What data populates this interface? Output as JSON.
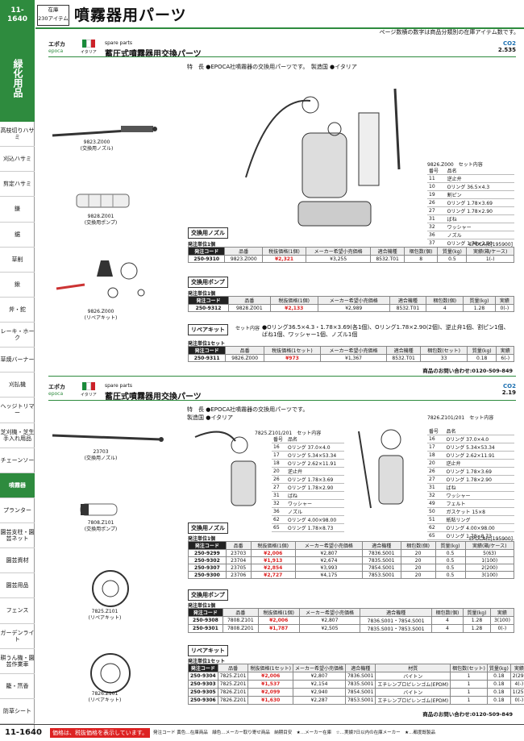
{
  "header": {
    "page_code": "11-\n1640",
    "stock_l1": "在庫",
    "stock_l2": "230アイテム",
    "title": "噴霧器用パーツ",
    "note": "ページ数横の数字は商品分類別の在庫アイテム数です。"
  },
  "sidebar": {
    "category": "緑化用品",
    "items": [
      "高枝切りハサミ",
      "刈込ハサミ",
      "剪定ハサミ",
      "鎌",
      "鋸",
      "草削",
      "鍬",
      "斧・鉈",
      "レーキ・ホーク",
      "草焼バーナー",
      "刈払機",
      "ヘッジトリマー",
      "芝刈機・芝生手入れ用品",
      "チェーンソー",
      "噴霧器",
      "プランター",
      "園芸支柱・園芸ネット",
      "園芸資材",
      "園芸用品",
      "フェンス",
      "ガーデンライト",
      "耕うん機・園芸作業車",
      "籠・笊香",
      "防草シート"
    ],
    "active_index": 14
  },
  "sec1": {
    "brand": "エポカ",
    "brand_sub": "epoca",
    "country": "イタリア",
    "category": "spare parts",
    "title": "蓄圧式噴霧器用交換パーツ",
    "code1": "CO2",
    "code2": "2.535",
    "feature": "特　長 ●EPOCA社噴霧器の交換用パーツです。　製造国 ●イタリア",
    "products": [
      {
        "code": "9823.Z000",
        "name": "(交換用ノズル)"
      },
      {
        "code": "9828.Z001",
        "name": "(交換用ポンプ)"
      },
      {
        "code": "9826.Z000",
        "name": "(リペアキット)"
      }
    ],
    "kit_title": "9826.Z000　セット内容",
    "kit_head": [
      "番号",
      "品名"
    ],
    "kit": [
      [
        "11",
        "逆止弁"
      ],
      [
        "10",
        "Oリング 36.5×4.3"
      ],
      [
        "19",
        "割ピン"
      ],
      [
        "26",
        "Oリング 1.78×3.69"
      ],
      [
        "27",
        "Oリング 1.78×2.90"
      ],
      [
        "31",
        "ばね"
      ],
      [
        "32",
        "ワッシャー"
      ],
      [
        "36",
        "ノズル"
      ],
      [
        "37",
        "Oリング 1.78×2.90"
      ]
    ],
    "t1": {
      "label": "交換用ノズル",
      "unit": "発注単位1個",
      "maker": "EPOCA社[195900]",
      "head": [
        "発注コード",
        "品番",
        "税抜価格(1個)",
        "メーカー希望小売価格",
        "適合機種",
        "梱包数(個)",
        "質量(kg)",
        "実績(箱/ケース)"
      ],
      "row": [
        "250-9310",
        "9823.Z000",
        "¥2,321",
        "¥3,255",
        "8532.T01",
        "8",
        "0.5",
        "1(-)"
      ]
    },
    "t2": {
      "label": "交換用ポンプ",
      "unit": "発注単位1個",
      "head": [
        "発注コード",
        "品番",
        "税抜価格(1個)",
        "メーカー希望小売価格",
        "適合機種",
        "梱包数(個)",
        "質量(kg)",
        "実績"
      ],
      "row": [
        "250-9312",
        "9828.Z001",
        "¥2,133",
        "¥2,989",
        "8532.T01",
        "4",
        "1.28",
        "0(-)"
      ]
    },
    "t3": {
      "label": "リペアキット",
      "setnote": "セット内容",
      "content": "●Oリング36.5×4.3・1.78×3.69(各1個)、Oリング1.78×2.90(2個)、逆止弁1個、割ピン1個、ばね1個、ワッシャー1個、ノズル1個",
      "unit": "発注単位1セット",
      "head": [
        "発注コード",
        "品番",
        "税抜価格(1セット)",
        "メーカー希望小売価格",
        "適合機種",
        "梱包数(セット)",
        "質量(kg)",
        "実績"
      ],
      "row": [
        "250-9311",
        "9826.Z000",
        "¥973",
        "¥1,367",
        "8532.T01",
        "33",
        "0.18",
        "6(-)"
      ]
    },
    "contact": "商品のお問い合わせ:0120-509-849"
  },
  "sec2": {
    "brand": "エポカ",
    "brand_sub": "epoca",
    "country": "イタリア",
    "category": "spare parts",
    "title": "蓄圧式噴霧器用交換パーツ",
    "code1": "CO2",
    "code2": "2.19",
    "feature": "特　長 ●EPOCA社噴霧器の交換用パーツです。",
    "origin": "製造国 ●イタリア",
    "products": [
      {
        "code": "23703",
        "name": "(交換用ノズル)"
      },
      {
        "code": "7808.Z101",
        "name": "(交換用ポンプ)"
      },
      {
        "code": "7825.Z101",
        "name": "(リペアキット)"
      },
      {
        "code": "7826.Z101",
        "name": "(リペアキット)"
      }
    ],
    "kitA_title": "7825.Z101/201　セット内容",
    "kitA": [
      [
        "16",
        "Oリング 37.0×4.0"
      ],
      [
        "17",
        "Oリング 5.34×53.34"
      ],
      [
        "18",
        "Oリング 2.62×11.91"
      ],
      [
        "20",
        "逆止弁"
      ],
      [
        "26",
        "Oリング 1.78×3.69"
      ],
      [
        "27",
        "Oリング 1.78×2.90"
      ],
      [
        "31",
        "ばね"
      ],
      [
        "32",
        "ワッシャー"
      ],
      [
        "36",
        "ノズル"
      ],
      [
        "62",
        "Oリング 4.00×98.00"
      ],
      [
        "65",
        "Oリング 1.78×8.73"
      ]
    ],
    "kitB_title": "7826.Z101/201　セット内容",
    "kitB": [
      [
        "16",
        "Oリング 37.0×4.0"
      ],
      [
        "17",
        "Oリング 5.34×53.34"
      ],
      [
        "18",
        "Oリング 2.62×11.91"
      ],
      [
        "20",
        "逆止弁"
      ],
      [
        "26",
        "Oリング 1.78×3.69"
      ],
      [
        "27",
        "Oリング 1.78×2.90"
      ],
      [
        "31",
        "ばね"
      ],
      [
        "32",
        "ワッシャー"
      ],
      [
        "49",
        "フェルト"
      ],
      [
        "50",
        "ガスケット 15×8"
      ],
      [
        "51",
        "紙粘リング"
      ],
      [
        "62",
        "Oリング 4.00×98.00"
      ],
      [
        "65",
        "Oリング 1.78×8.73"
      ]
    ],
    "t1": {
      "label": "交換用ノズル",
      "unit": "発注単位1個",
      "maker": "EPOCA社[195900]",
      "rows": [
        [
          "250-9299",
          "23703",
          "¥2,006",
          "¥2,807",
          "7836.S001",
          "20",
          "0.5",
          "5(63)"
        ],
        [
          "250-9302",
          "23704",
          "¥1,913",
          "¥2,674",
          "7835.S001",
          "20",
          "0.5",
          "1(100)"
        ],
        [
          "250-9307",
          "23705",
          "¥2,854",
          "¥3,993",
          "7854.S001",
          "20",
          "0.5",
          "2(200)"
        ],
        [
          "250-9300",
          "23706",
          "¥2,727",
          "¥4,175",
          "7853.S001",
          "20",
          "0.5",
          "3(100)"
        ]
      ]
    },
    "t2": {
      "label": "交換用ポンプ",
      "unit": "発注単位1個",
      "rows": [
        [
          "250-9308",
          "7808.Z101",
          "¥2,006",
          "¥2,807",
          "7836.S001・7854.S001",
          "4",
          "1.28",
          "3(100)"
        ],
        [
          "250-9301",
          "7808.Z201",
          "¥1,787",
          "¥2,505",
          "7835.S001・7853.S001",
          "4",
          "1.28",
          "0(-)"
        ]
      ]
    },
    "t3": {
      "label": "リペアキット",
      "unit": "発注単位1セット",
      "head": [
        "発注コード",
        "品番",
        "税抜価格(1セット)",
        "メーカー希望小売価格",
        "適合機種",
        "材質",
        "梱包数(セット)",
        "質量(kg)",
        "実績"
      ],
      "rows": [
        [
          "250-9304",
          "7825.Z101",
          "¥2,006",
          "¥2,807",
          "7836.S001",
          "バイトン",
          "1",
          "0.18",
          "2(29)"
        ],
        [
          "250-9303",
          "7825.Z201",
          "¥1,537",
          "¥2,154",
          "7835.S001",
          "エチレンプロピレンゴム(EPDM)",
          "1",
          "0.18",
          "4(-)"
        ],
        [
          "250-9305",
          "7826.Z101",
          "¥2,099",
          "¥2,940",
          "7854.S001",
          "バイトン",
          "1",
          "0.18",
          "1(25)"
        ],
        [
          "250-9306",
          "7826.Z201",
          "¥1,630",
          "¥2,287",
          "7853.S001",
          "エチレンプロピレンゴム(EPDM)",
          "1",
          "0.18",
          "0(-)"
        ]
      ]
    },
    "contact": "商品のお問い合わせ:0120-509-849"
  },
  "footer": {
    "page": "11-1640",
    "note": "価格は、税抜価格を表示しています。",
    "legend": "発注コード 黄色…在庫商品　緑色…メーカー取り寄せ商品　納期目安　★…メーカー在庫　☆…実績7日以内の在庫メーカー　★…都度既製品"
  }
}
